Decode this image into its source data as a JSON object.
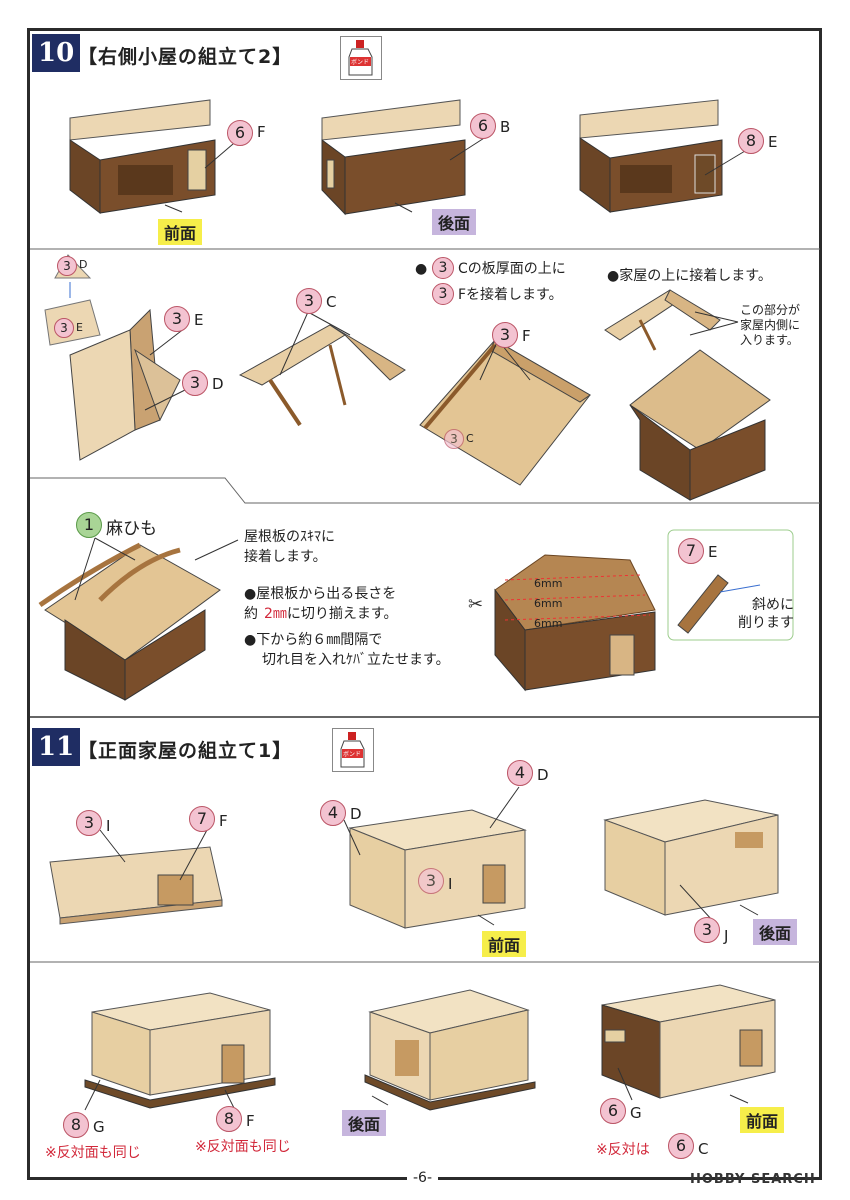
{
  "step10": {
    "number": "10",
    "title": "【右側小屋の組立て2】",
    "glue_label": "ボンド",
    "row1": [
      {
        "part_num": "6",
        "part_letter": "F",
        "view": "前面"
      },
      {
        "part_num": "6",
        "part_letter": "B",
        "view": "後面"
      },
      {
        "part_num": "8",
        "part_letter": "E"
      }
    ],
    "row2": {
      "a": {
        "small_top": "3",
        "small_top_letter": "D",
        "small_bottom": "3",
        "small_bottom_letter": "E",
        "p1": "3",
        "p1_letter": "E",
        "p2": "3",
        "p2_letter": "D"
      },
      "b": {
        "p1": "3",
        "p1_letter": "C"
      },
      "c": {
        "note1_num": "3",
        "note1_text": "Cの板厚面の上に",
        "note2_num": "3",
        "note2_text": "Fを接着します。",
        "p1": "3",
        "p1_letter": "F",
        "p2": "3",
        "p2_letter": "C"
      },
      "d": {
        "note": "●家屋の上に接着します。",
        "side_note": [
          "この部分が",
          "家屋内側に",
          "入ります。"
        ]
      }
    },
    "row3": {
      "p1": "1",
      "p1_text": "麻ひも",
      "note_top": [
        "屋根板のｽｷﾏに",
        "接着します。"
      ],
      "bullet1": [
        "●屋根板から出る長さを",
        "約"
      ],
      "bullet1_value": "2㎜",
      "bullet1_tail": "に切り揃えます。",
      "bullet2": [
        "●下から約６㎜間隔で",
        "切れ目を入れｹﾊﾞ立たせます。"
      ],
      "measure": [
        "6mm",
        "6mm",
        "6mm"
      ],
      "inset": {
        "p": "7",
        "p_letter": "E",
        "text": [
          "斜めに",
          "削ります"
        ]
      }
    }
  },
  "step11": {
    "number": "11",
    "title": "【正面家屋の組立て1】",
    "glue_label": "ボンド",
    "row1": [
      {
        "a": "3",
        "a_letter": "I",
        "b": "7",
        "b_letter": "F"
      },
      {
        "a": "4",
        "a_letter": "D",
        "b": "4",
        "b_letter": "D",
        "c": "3",
        "c_letter": "I",
        "view": "前面"
      },
      {
        "a": "3",
        "a_letter": "J",
        "view": "後面"
      }
    ],
    "row2": [
      {
        "a": "8",
        "a_letter": "G",
        "b": "8",
        "b_letter": "F",
        "note_a": "※反対面も同じ",
        "note_b": "※反対面も同じ"
      },
      {
        "view": "後面"
      },
      {
        "a": "6",
        "a_letter": "G",
        "view": "前面",
        "note": "※反対は",
        "c": "6",
        "c_letter": "C"
      }
    ]
  },
  "footer": {
    "page": "-6-",
    "watermark": "HOBBY SEARCH"
  },
  "colors": {
    "step_bg": "#1f2d63",
    "part_circle": "#f3c3d1",
    "front_badge": "#f6ee4a",
    "rear_badge": "#c6b5dd",
    "red_note": "#d2283a"
  }
}
